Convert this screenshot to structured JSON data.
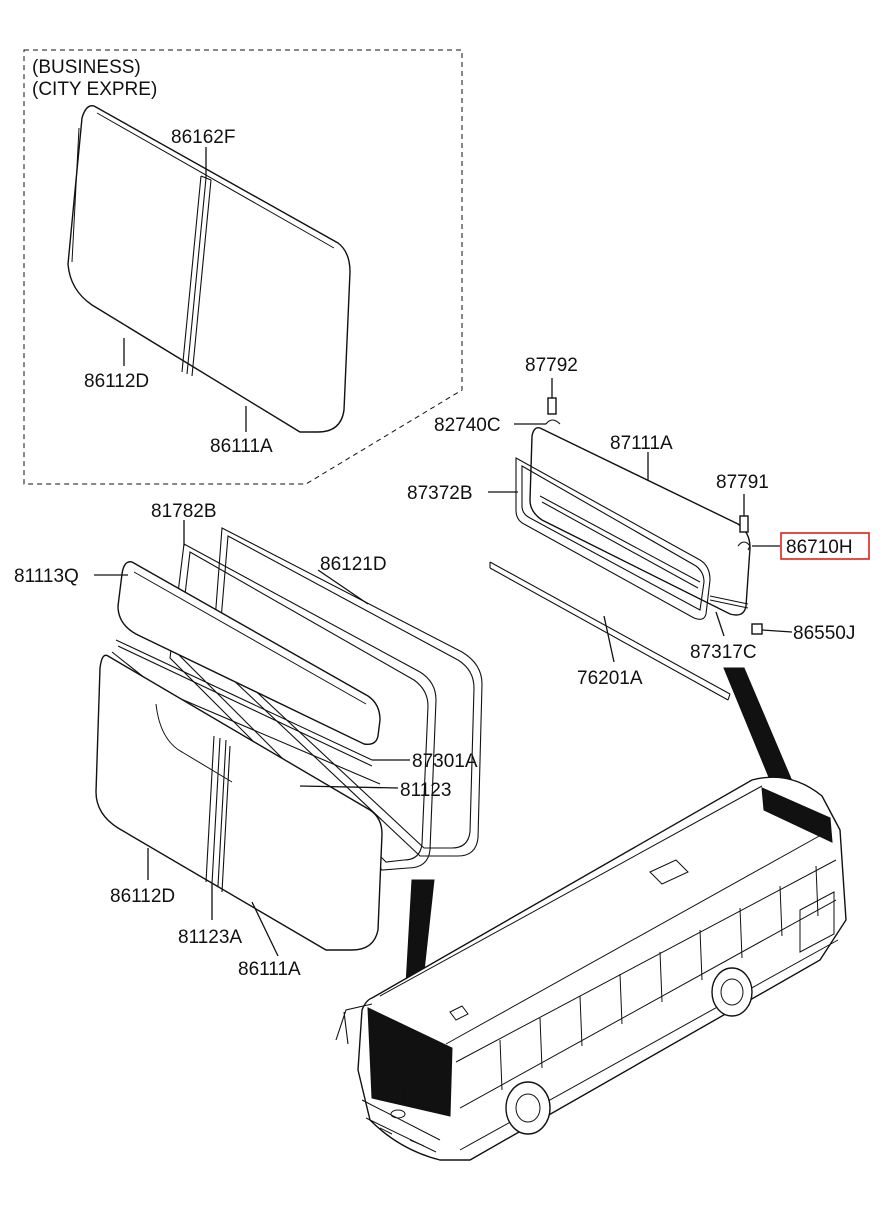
{
  "inset": {
    "title_line1": "(BUSINESS)",
    "title_line2": "(CITY EXPRE)",
    "labels": {
      "p86162F": "86162F",
      "p86112D": "86112D",
      "p86111A": "86111A"
    }
  },
  "front": {
    "labels": {
      "p81782B": "81782B",
      "p81113Q": "81113Q",
      "p86121D": "86121D",
      "p87301A": "87301A",
      "p81123": "81123",
      "p86112D": "86112D",
      "p81123A": "81123A",
      "p86111A": "86111A"
    }
  },
  "rear": {
    "labels": {
      "p87792": "87792",
      "p82740C": "82740C",
      "p87111A": "87111A",
      "p87791": "87791",
      "p87372B": "87372B",
      "p86710H": "86710H",
      "p86550J": "86550J",
      "p87317C": "87317C",
      "p76201A": "76201A"
    },
    "highlighted_part": "86710H"
  },
  "colors": {
    "line": "#111111",
    "highlight": "#e0201c",
    "background": "#ffffff"
  }
}
